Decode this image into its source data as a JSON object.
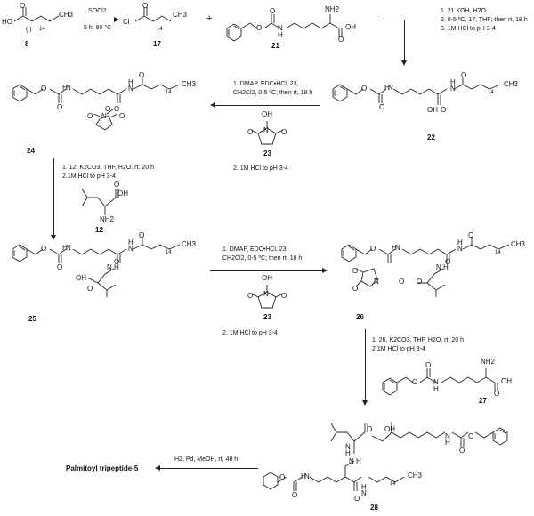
{
  "compounds": {
    "c8": "8",
    "c17": "17",
    "c21": "21",
    "c22": "22",
    "c23a": "23",
    "c23b": "23",
    "c24": "24",
    "c12": "12",
    "c25": "25",
    "c26": "26",
    "c27": "27",
    "c28": "28"
  },
  "atoms": {
    "HO": "HO",
    "CH3": "CH3",
    "Cl": "Cl",
    "O": "O",
    "N": "N",
    "H": "H",
    "NH2": "NH2",
    "OH": "OH",
    "plus": "+",
    "sub14": "14"
  },
  "step1": {
    "line1": "SOCl2",
    "line2": "5 h, 80 °C"
  },
  "step2": {
    "line1": "1. 21 KOH, H2O",
    "line2": "2. 0-5 ºC, 17, THF; then rt, 18 h",
    "line3": "3. 1M HCl to pH 3-4"
  },
  "step3": {
    "line1": "1. DMAP, EDC•HCl, 23,",
    "line2": "CH2Cl2, 0-5 ºC; then rt, 18 h",
    "line3": "2. 1M HCl to pH 3-4"
  },
  "step4": {
    "line1": "1. 12, K2CO3, THF, H2O, rt, 20 h",
    "line2": "2.1M HCl to pH 3-4"
  },
  "step5": {
    "line1": "1. DMAP, EDC•HCl, 23,",
    "line2": "CH2Cl2, 0-5 ºC; then rt, 18 h",
    "line3": "2. 1M HCl to pH 3-4"
  },
  "step6": {
    "line1": "1. 26, K2CO3, THF, H2O, rt, 20 h",
    "line2": "2.1M HCl to pH 3-4"
  },
  "step7": {
    "line1": "H2, Pd, MeOH, rt, 48 h"
  },
  "final_product": "Palmitoyl tripeptide-5"
}
